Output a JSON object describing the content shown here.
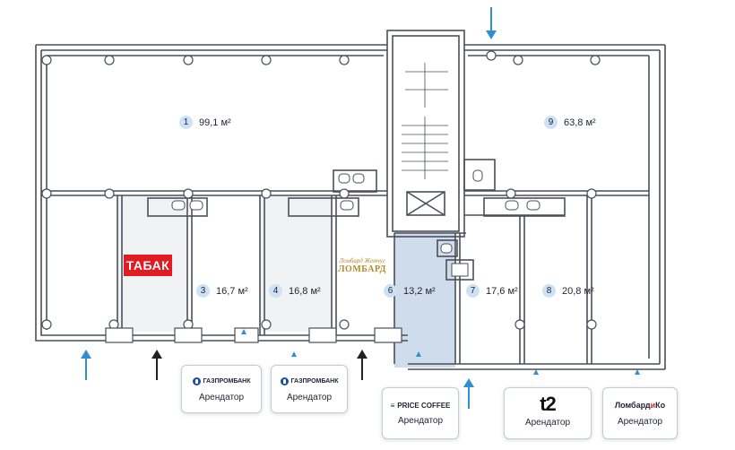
{
  "units": [
    {
      "id": "unit-1",
      "number": "1",
      "area": "99,1 м²"
    },
    {
      "id": "unit-9",
      "number": "9",
      "area": "63,8 м²"
    },
    {
      "id": "unit-3",
      "number": "3",
      "area": "16,7 м²"
    },
    {
      "id": "unit-4",
      "number": "4",
      "area": "16,8 м²"
    },
    {
      "id": "unit-6",
      "number": "6",
      "area": "13,2 м²"
    },
    {
      "id": "unit-7",
      "number": "7",
      "area": "17,6 м²"
    },
    {
      "id": "unit-8",
      "number": "8",
      "area": "20,8 м²"
    }
  ],
  "signs": {
    "tabak": "ТАБАК",
    "lombard_top": "Ломбард Жемчуг",
    "lombard_bottom": "ЛОМБАРД"
  },
  "tenants": [
    {
      "id": "gazprombank-1",
      "brand": "ГАЗПРОМБАНК",
      "role": "Арендатор",
      "logo": "gazprombank-logo"
    },
    {
      "id": "gazprombank-2",
      "brand": "ГАЗПРОМБАНК",
      "role": "Арендатор",
      "logo": "gazprombank-logo"
    },
    {
      "id": "price-coffee",
      "brand": "PRICE COFFEE",
      "brand_prefix": "≡",
      "role": "Арендатор",
      "logo": "price-coffee-logo"
    },
    {
      "id": "t2",
      "brand": "t2",
      "role": "Арендатор",
      "logo": "t2-logo"
    },
    {
      "id": "lombardiko",
      "brand_a": "Ломбард",
      "brand_b": "и",
      "brand_c": "Ко",
      "role": "Арендатор",
      "logo": "lombardiko-logo"
    }
  ],
  "colors": {
    "wall": "#4a4f5a",
    "highlight_unit": "#cfdceb",
    "unit_fill": "#f1f2f4",
    "entrance_arrow": "#2f8fd0",
    "entrance_arrow_dark": "#222222",
    "badge": "#cde2f6",
    "sign_red": "#e21b23",
    "lombard_gold": "#b38a2a"
  },
  "highlighted_unit": "6"
}
